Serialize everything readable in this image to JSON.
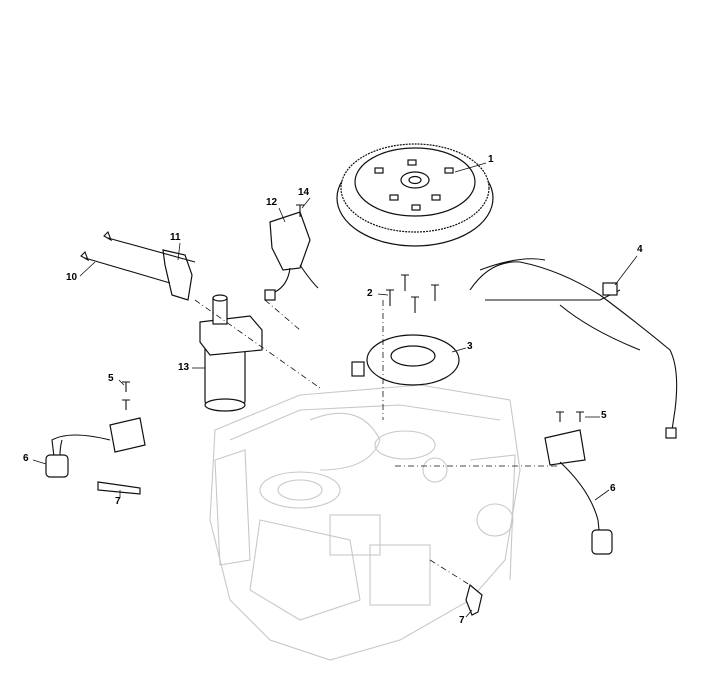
{
  "diagram": {
    "title": "Ignition and charging system exploded parts view",
    "callouts": [
      "1",
      "2",
      "3",
      "4",
      "5",
      "5",
      "6",
      "6",
      "7",
      "7",
      "10",
      "11",
      "12",
      "13",
      "14"
    ]
  }
}
